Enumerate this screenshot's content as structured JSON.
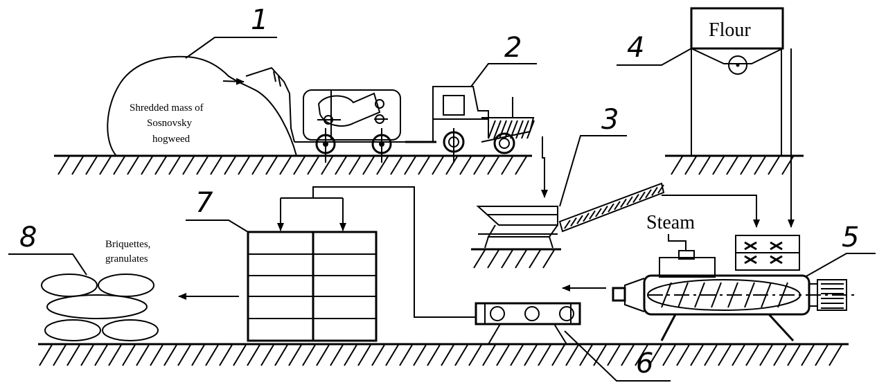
{
  "numbers": [
    "1",
    "2",
    "3",
    "4",
    "5",
    "6",
    "7",
    "8"
  ],
  "labels": {
    "mass": [
      "Shredded mass of",
      "Sosnovsky",
      "hogweed"
    ],
    "flour": "Flour",
    "steam": "Steam",
    "product": [
      "Briquettes,",
      "granulates"
    ]
  }
}
